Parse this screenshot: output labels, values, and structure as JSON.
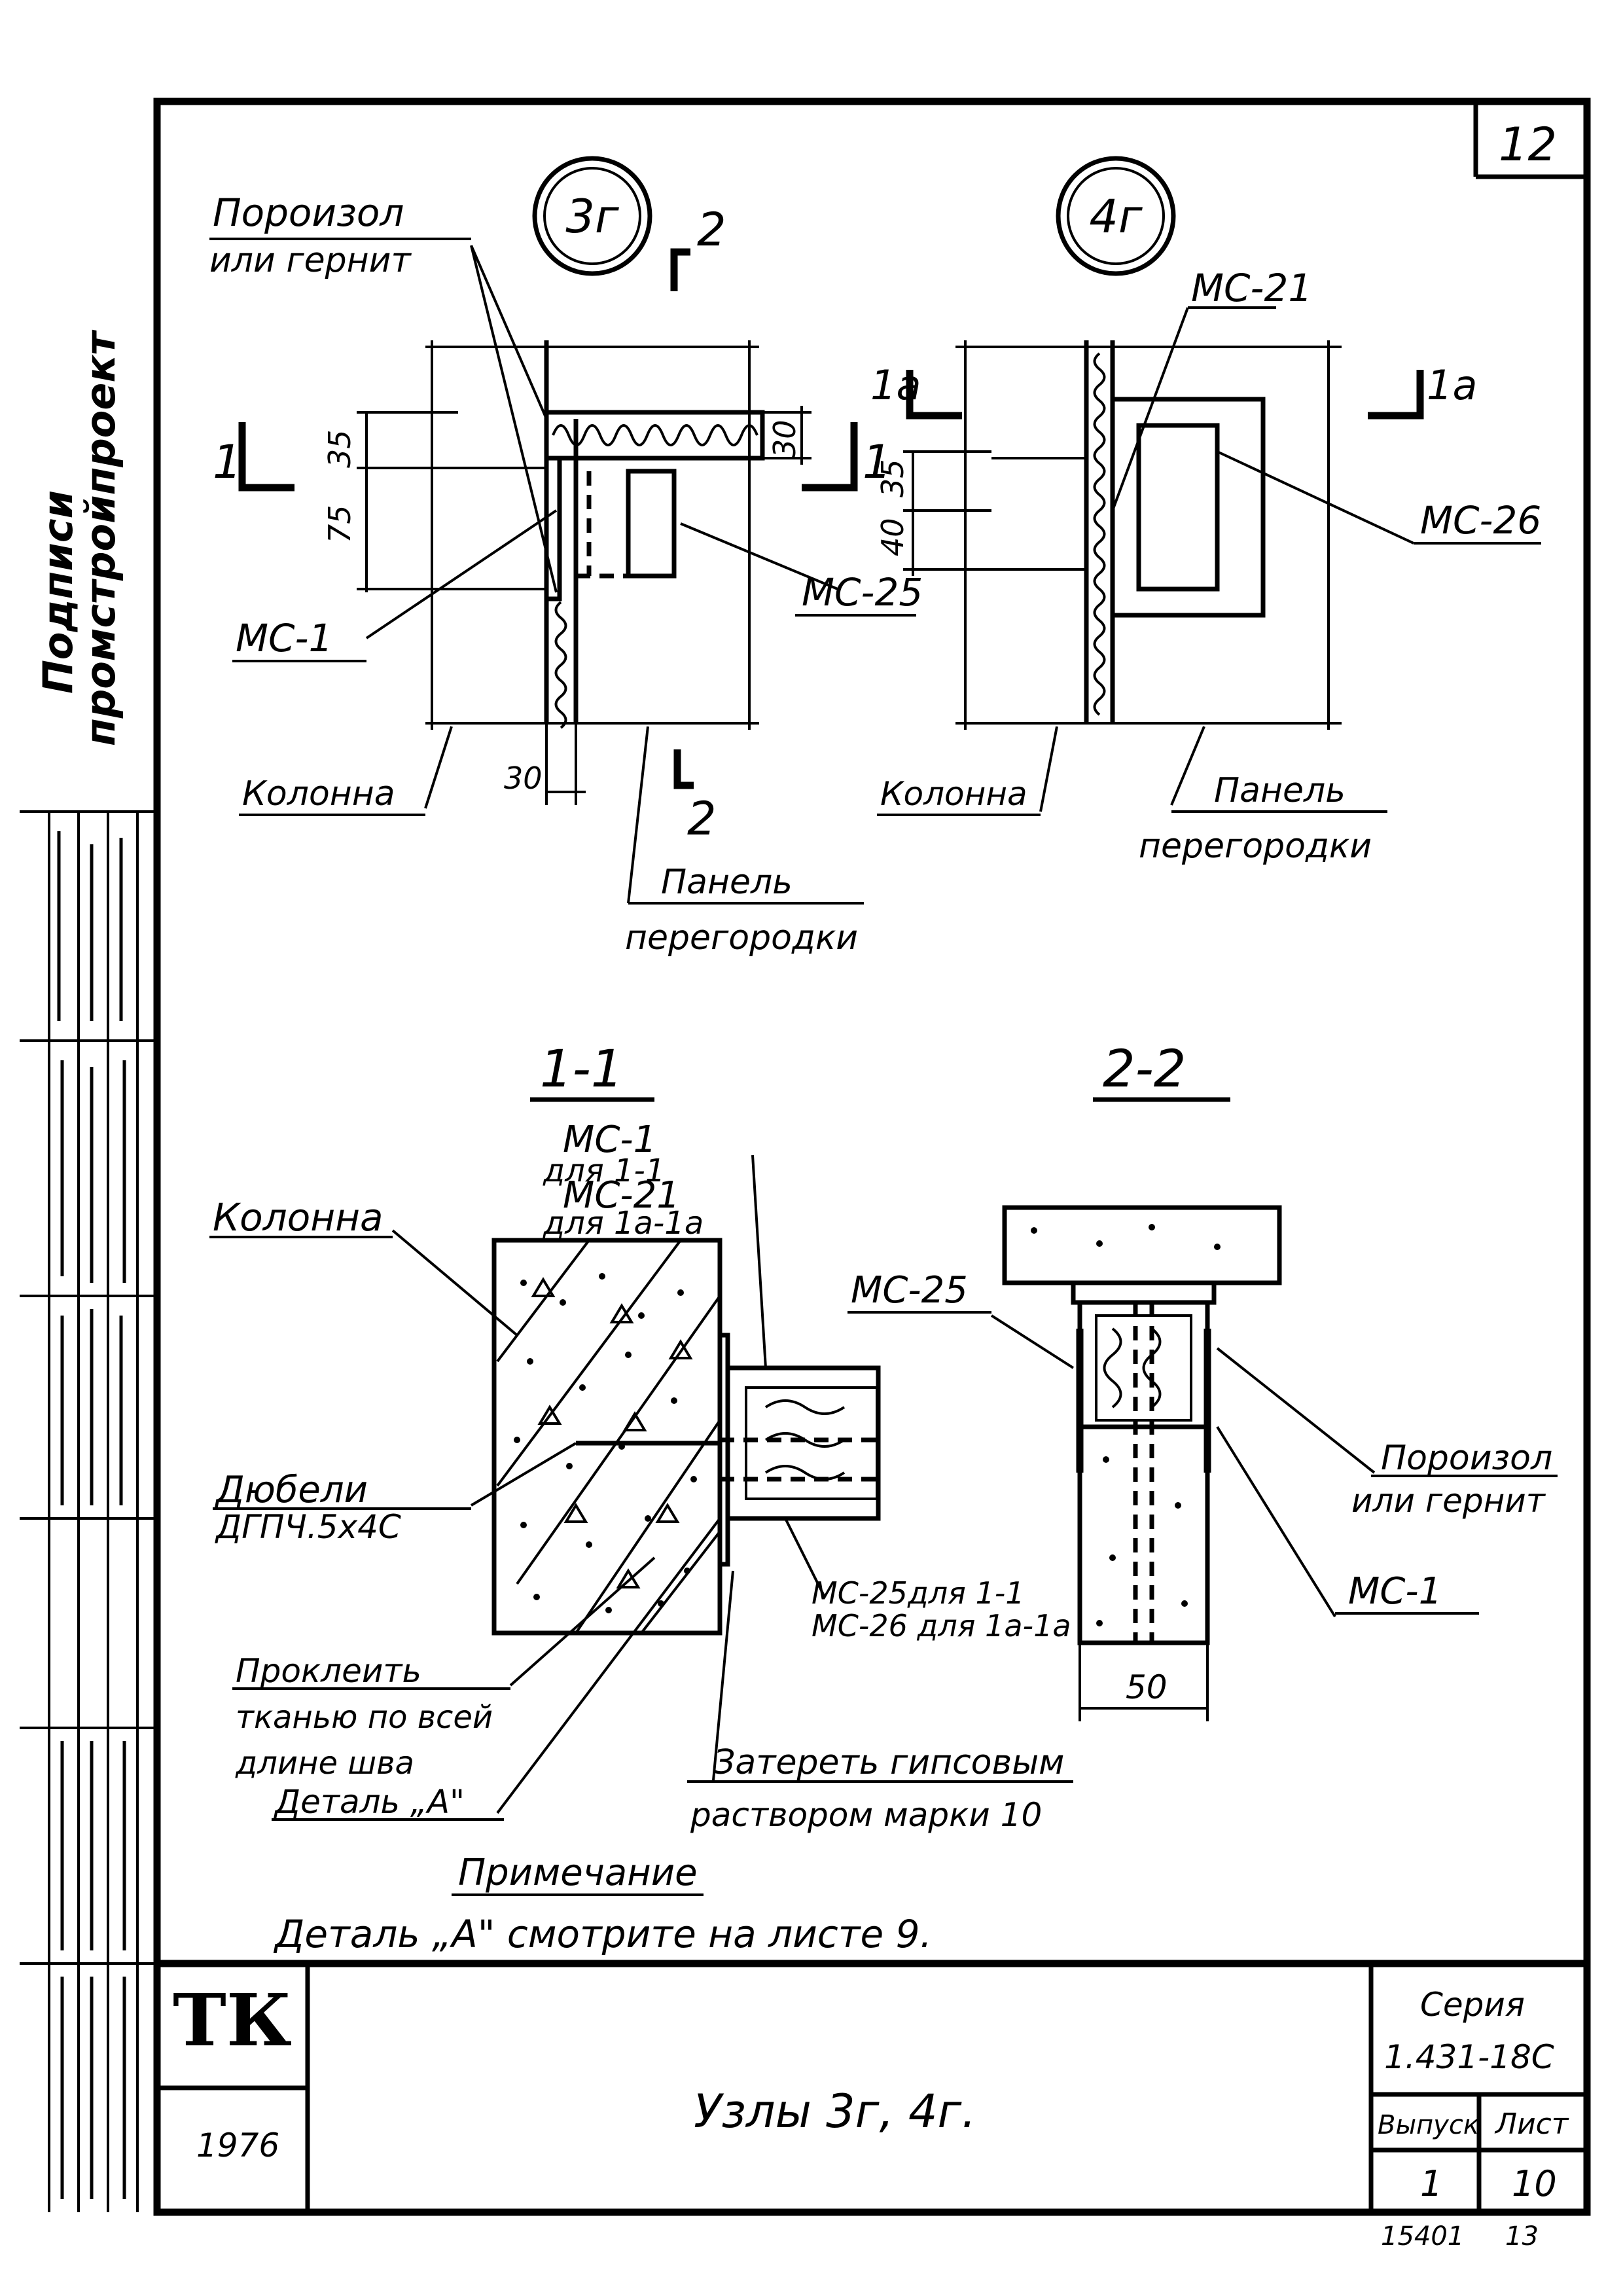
{
  "sheet_number_top": "12",
  "node_3g": "3г",
  "node_4g": "4г",
  "callout_2_top": "2",
  "callout_2_bottom": "2",
  "callout_1_left": "1",
  "callout_1_right": "1",
  "callout_1a_left": "1a",
  "callout_1a_right": "1a",
  "lbl_poroizol_1": "Пороизол",
  "lbl_poroizol_2": "или гернит",
  "lbl_ms1": "МС-1",
  "lbl_ms25": "МС-25",
  "lbl_ms21": "МС-21",
  "lbl_ms26": "МС-26",
  "lbl_kolonna_3g": "Колонна",
  "lbl_kolonna_4g": "Колонна",
  "lbl_panel_3g_1": "Панель",
  "lbl_panel_3g_2": "перегородки",
  "lbl_panel_4g_1": "Панель",
  "lbl_panel_4g_2": "перегородки",
  "dim_35_3g": "35",
  "dim_75_3g": "75",
  "dim_30_top": "30",
  "dim_30_bottom": "30",
  "dim_35_4g": "35",
  "dim_40_4g": "40",
  "section_11": "1-1",
  "section_22": "2-2",
  "s11_ms1": "МС-1",
  "s11_dlya11": "для 1-1",
  "s11_ms21": "МС-21",
  "s11_dlya1a": "для 1a-1a",
  "s11_kolonna": "Колонна",
  "s11_dubeli_1": "Дюбели",
  "s11_dubeli_2": "ДГПЧ.5х4С",
  "s11_ms25dlya": "МС-25для 1-1",
  "s11_ms26dlya": "МС-26 для 1a-1a",
  "s11_prokl_1": "Проклеить",
  "s11_prokl_2": "тканью по всей",
  "s11_prokl_3": "длине шва",
  "s11_prokl_4": "Деталь „А\"",
  "s11_zateret_1": "Затереть гипсовым",
  "s11_zateret_2": "раствором марки 10",
  "s22_ms25": "МС-25",
  "s22_poroizol_1": "Пороизол",
  "s22_poroizol_2": "или гернит",
  "s22_ms1": "МС-1",
  "s22_dim50": "50",
  "note_title": "Примечание",
  "note_text": "Деталь „А\" смотрите на листе 9.",
  "tb_logo": "ТК",
  "tb_year": "1976",
  "tb_title": "Узлы 3г, 4г.",
  "tb_seria_lbl": "Серия",
  "tb_seria_val": "1.431-18С",
  "tb_vypusk_lbl": "Выпуск",
  "tb_list_lbl": "Лист",
  "tb_vypusk_val": "1",
  "tb_list_val": "10",
  "bottom_code": "15401",
  "bottom_num": "13",
  "side_vertical_1": "Подписи",
  "side_vertical_2": "промстройпроект"
}
